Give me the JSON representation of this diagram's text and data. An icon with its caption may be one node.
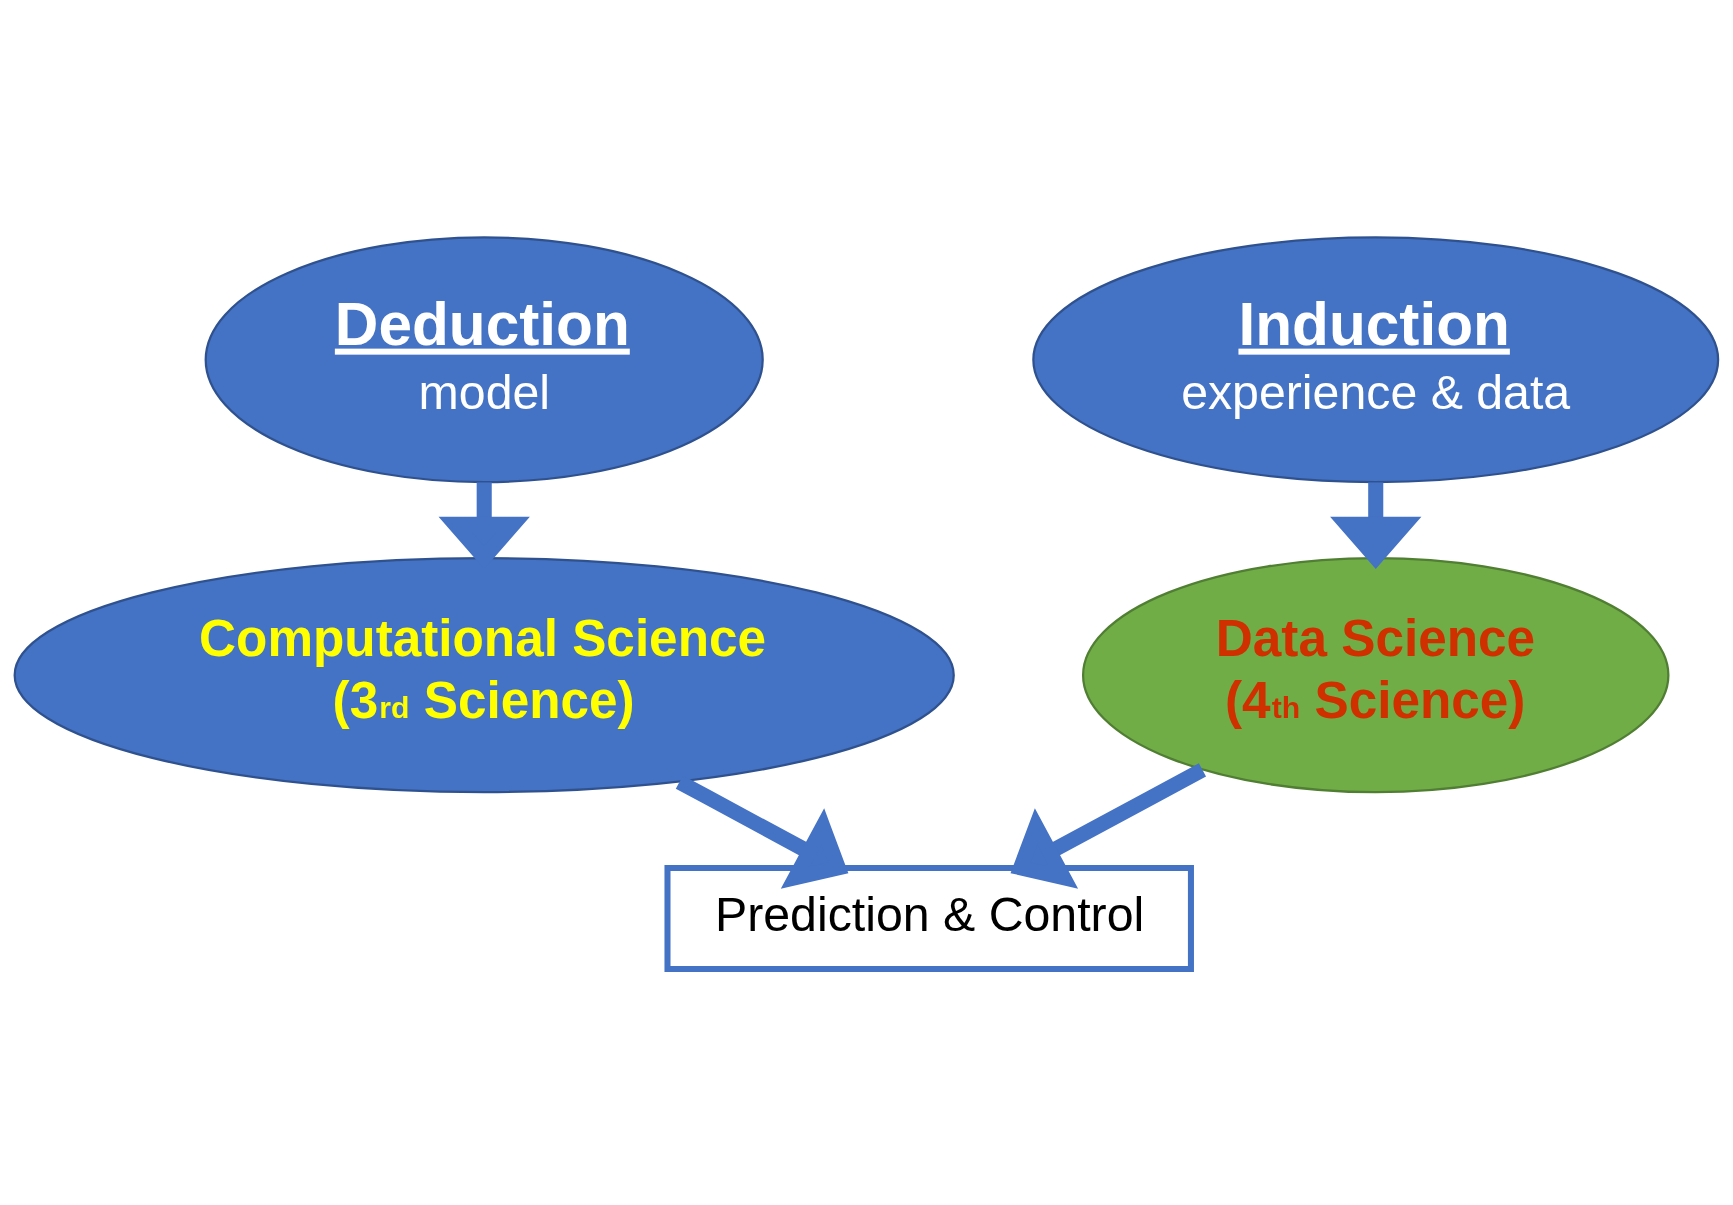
{
  "diagram": {
    "nodes": [
      {
        "text": [
          "Deduction",
          "model"
        ]
      },
      {
        "text": [
          "Induction",
          "experience & data"
        ]
      },
      {
        "text": [
          "Computational Science",
          "(3$^{rd}$ Science)"
        ]
      },
      {
        "text": [
          "Data Science",
          "(4$^{th}$ Science)"
        ]
      },
      {
        "text": [
          "Prediction & Control"
        ]
      }
    ],
    "edges": [
      {
        "from": 0,
        "to": 2,
        "arrow": "to"
      },
      {
        "from": 1,
        "to": 3,
        "arrow": "to"
      },
      {
        "from": 2,
        "to": 4,
        "arrow": "to"
      },
      {
        "from": 3,
        "to": 4,
        "arrow": "to"
      }
    ]
  }
}
